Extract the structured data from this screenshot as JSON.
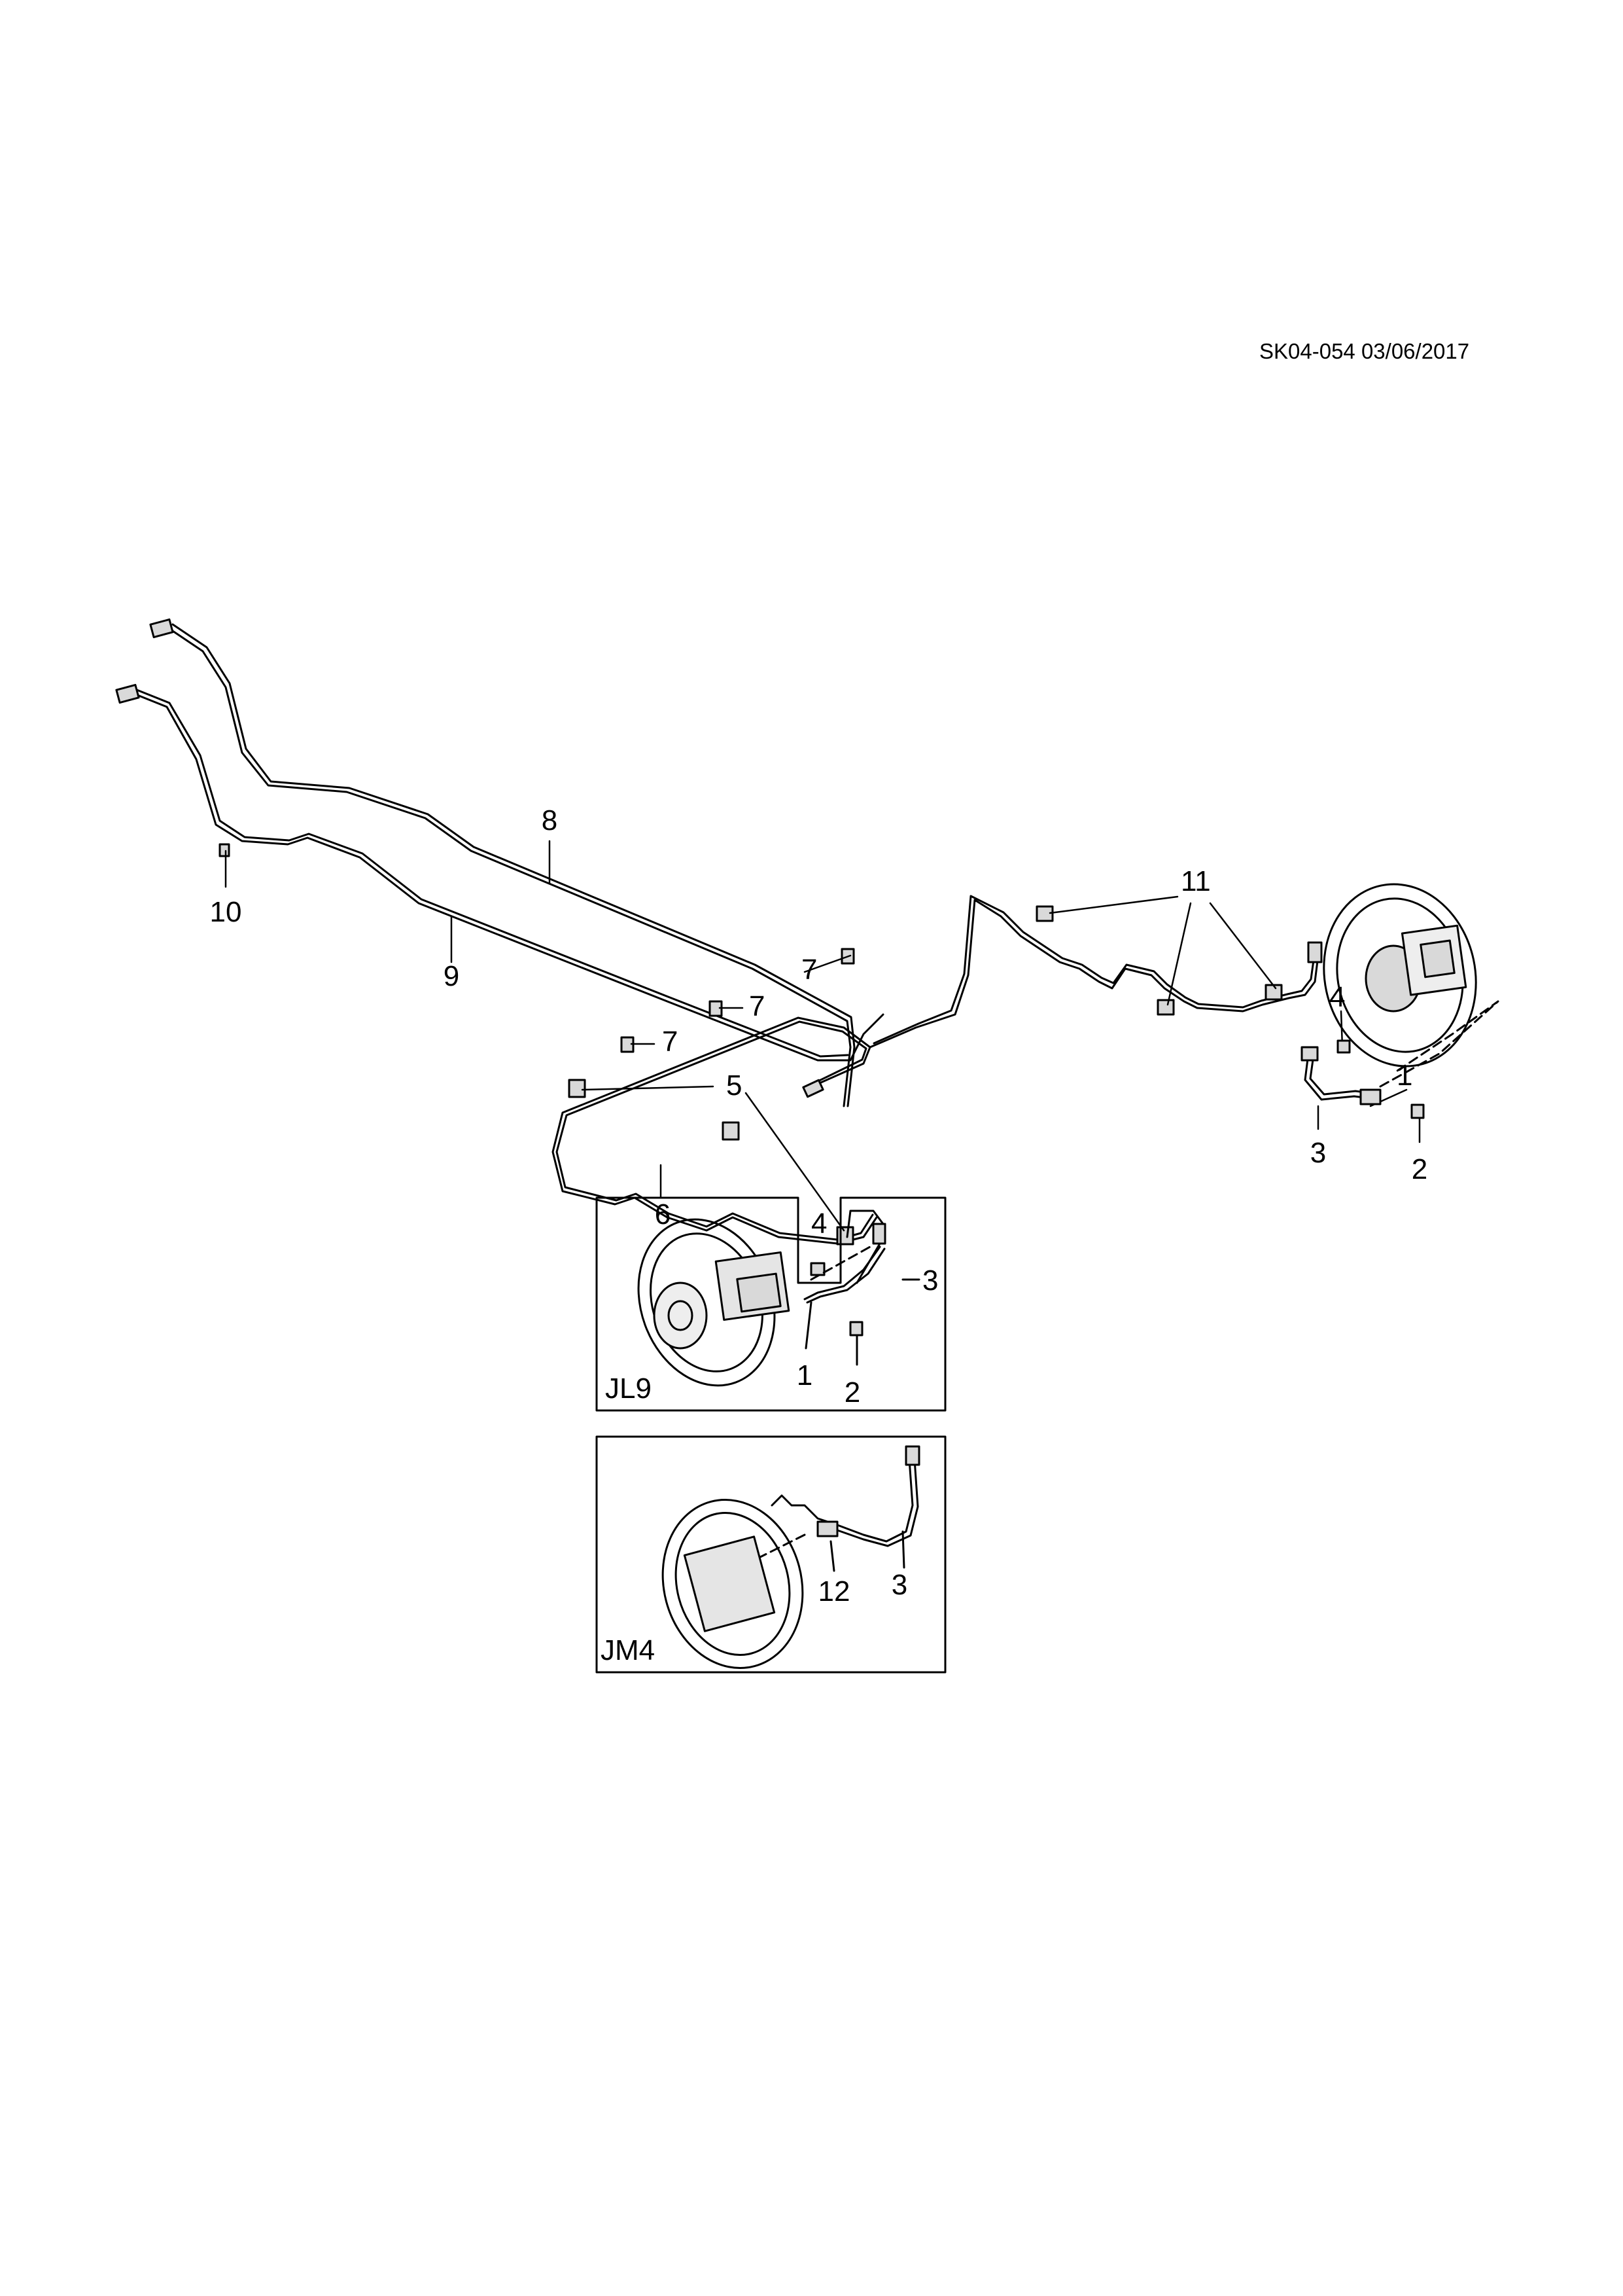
{
  "header": {
    "reference": "SK04-054 03/06/2017"
  },
  "callouts": [
    "1",
    "2",
    "3",
    "4",
    "5",
    "6",
    "7",
    "8",
    "9",
    "10",
    "11",
    "12"
  ],
  "insets": [
    {
      "label": "JL9"
    },
    {
      "label": "JM4"
    }
  ],
  "colors": {
    "line": "#000000",
    "background": "#ffffff",
    "part_shade": "#d9d9d9"
  }
}
